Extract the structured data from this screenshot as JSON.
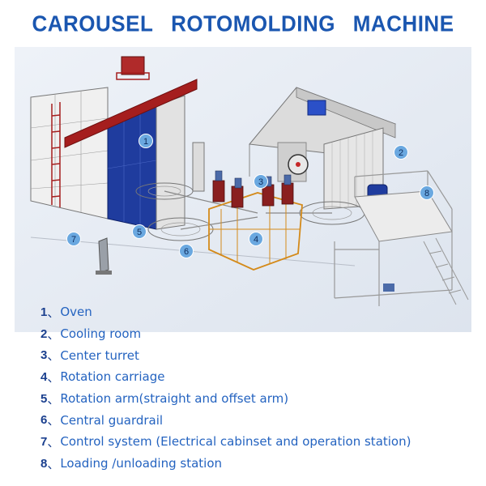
{
  "title": {
    "words": [
      "CAROUSEL",
      "ROTOMOLDING",
      "MACHINE"
    ]
  },
  "colors": {
    "title": "#1a56b0",
    "callout": "#6aa8e0",
    "oven_frame": "#a51e1e",
    "oven_door": "#1f3c9e",
    "steel": "#d8d8d8"
  },
  "callouts": [
    "1",
    "2",
    "3",
    "4",
    "5",
    "6",
    "7",
    "8"
  ],
  "legend": [
    {
      "num": "1",
      "sep": "、",
      "text": "Oven"
    },
    {
      "num": "2",
      "sep": "、",
      "text": "Cooling room"
    },
    {
      "num": "3",
      "sep": "、",
      "text": "Center turret"
    },
    {
      "num": "4",
      "sep": "、",
      "text": "Rotation carriage"
    },
    {
      "num": "5",
      "sep": "、",
      "text": "Rotation arm(straight and offset arm)"
    },
    {
      "num": "6",
      "sep": "、",
      "text": "Central guardrail"
    },
    {
      "num": "7",
      "sep": "、",
      "text": "Control system (Electrical cabinset and operation station)"
    },
    {
      "num": "8",
      "sep": "、",
      "text": "Loading /unloading station"
    }
  ]
}
